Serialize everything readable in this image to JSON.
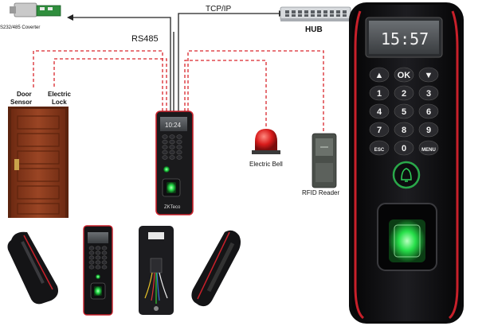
{
  "labels": {
    "converter": "232/485 Coverter",
    "converter_prefix": "S",
    "tcpip": "TCP/IP",
    "hub": "HUB",
    "rs485": "RS485",
    "door_sensor_line1": "Door",
    "door_sensor_line2": "Sensor",
    "electric_lock_line1": "Electric",
    "electric_lock_line2": "Lock",
    "electric_bell": "Electric Bell",
    "rfid_reader": "RFID Reader",
    "small_device_brand": "ZKTeco",
    "small_device_time": "10:24"
  },
  "big_device": {
    "time": "15:57",
    "keys": [
      "▲",
      "OK",
      "▼",
      "1",
      "2",
      "3",
      "4",
      "5",
      "6",
      "7",
      "8",
      "9",
      "ESC",
      "0",
      "MENU"
    ]
  },
  "colors": {
    "wire_red": "#d9262c",
    "wire_black": "#222222",
    "device_body": "#121214",
    "device_trim": "#c8202a",
    "door": "#8b3a1e",
    "fingerprint_glow": "#27e04a"
  }
}
